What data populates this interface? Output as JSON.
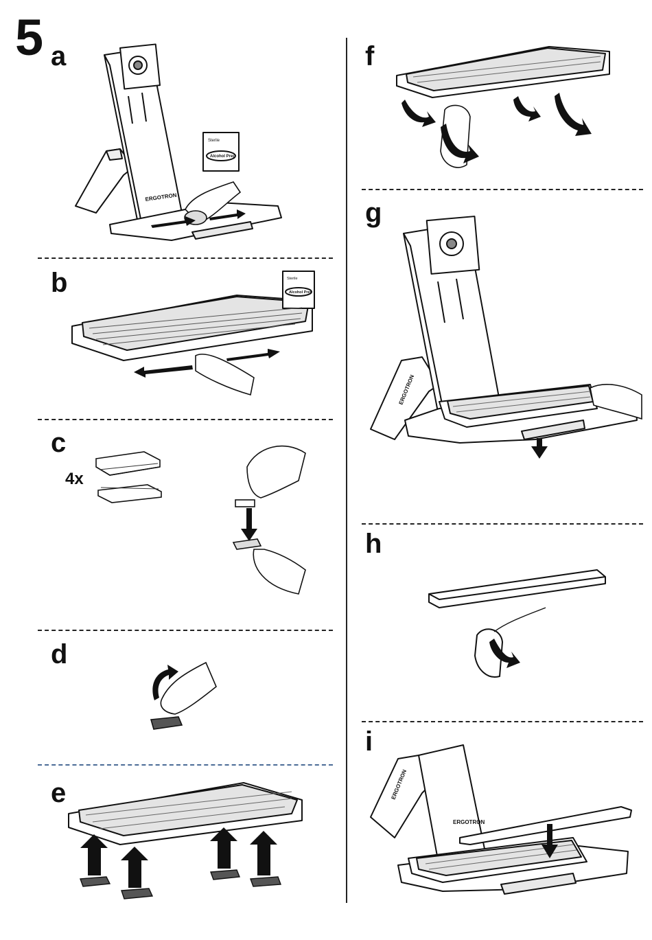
{
  "step_number": "5",
  "panels": {
    "a": "a",
    "b": "b",
    "c": "c",
    "d": "d",
    "e": "e",
    "f": "f",
    "g": "g",
    "h": "h",
    "i": "i"
  },
  "wipe_label": "Sterile",
  "wipe_brand": "Alcohol Prep",
  "brand_logo": "ERGOTRON",
  "pad_multiplier": "4x"
}
